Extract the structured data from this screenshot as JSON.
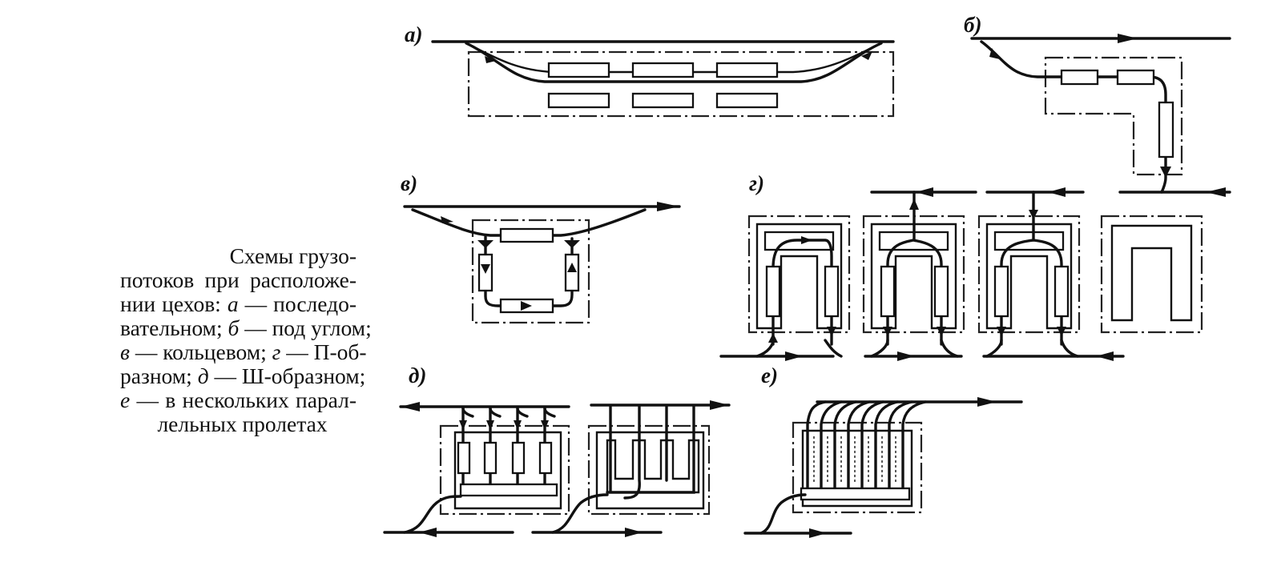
{
  "caption": {
    "line1": "Схемы грузо-",
    "line2": "потоков при расположе-",
    "line3_a": "нии цехов: ",
    "line3_b": "а",
    "line3_c": " — последо-",
    "line4_a": "вательном; ",
    "line4_b": "б",
    "line4_c": " — под углом;",
    "line5_a": "в",
    "line5_b": " — кольцевом; ",
    "line5_c": "г",
    "line5_d": " — П-об-",
    "line6_a": "разном; ",
    "line6_b": "д",
    "line6_c": " — Ш-образном;",
    "line7_a": "е",
    "line7_b": " — в нескольких парал-",
    "line8": "лельных пролетах"
  },
  "panels": {
    "a": "а)",
    "b": "б)",
    "v": "в)",
    "g": "г)",
    "d": "д)",
    "e": "е)"
  }
}
